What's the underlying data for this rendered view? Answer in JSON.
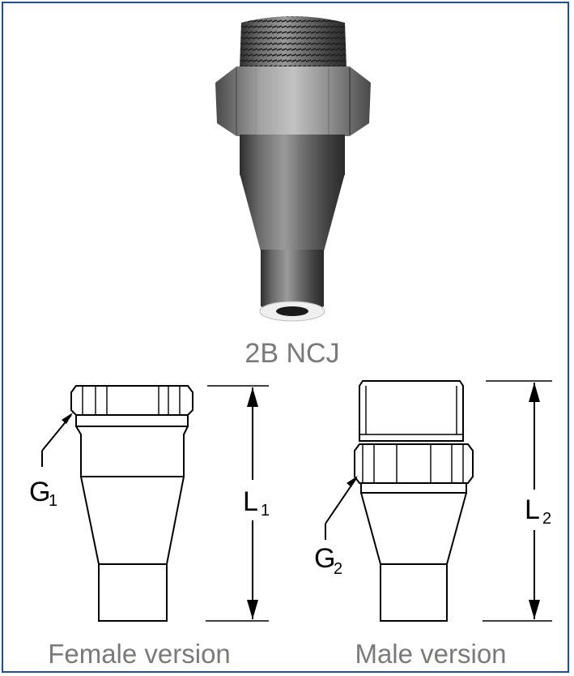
{
  "photo": {
    "caption": "2B NCJ"
  },
  "female": {
    "label": "Female version",
    "g_base": "G",
    "g_sub": "1",
    "l_base": "L",
    "l_sub": "1"
  },
  "male": {
    "label": "Male version",
    "g_base": "G",
    "g_sub": "2",
    "l_base": "L",
    "l_sub": "2"
  },
  "colors": {
    "border": "#1f4e9c",
    "caption": "#7a7a7a",
    "line": "#000000"
  }
}
